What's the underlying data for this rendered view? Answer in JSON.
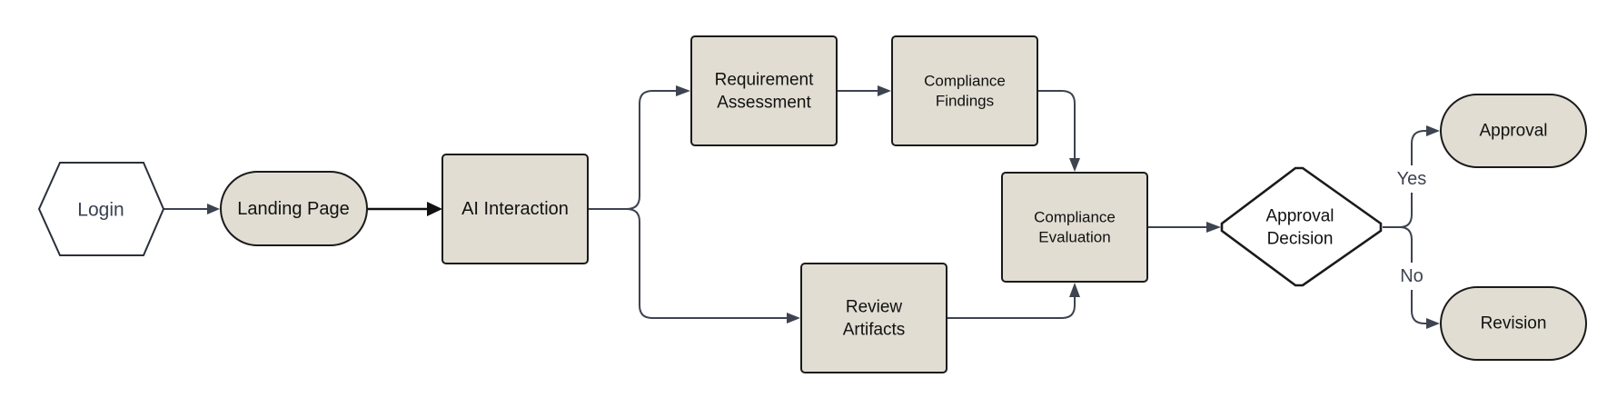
{
  "nodes": {
    "login": "Login",
    "landing_page": "Landing Page",
    "ai_interaction": "AI Interaction",
    "requirement_assessment": [
      "Requirement",
      "Assessment"
    ],
    "compliance_findings": [
      "Compliance",
      "Findings"
    ],
    "review_artifacts": [
      "Review",
      "Artifacts"
    ],
    "compliance_evaluation": [
      "Compliance",
      "Evaluation"
    ],
    "approval_decision": [
      "Approval",
      "Decision"
    ],
    "approval": "Approval",
    "revision": "Revision"
  },
  "edges": {
    "yes_label": "Yes",
    "no_label": "No"
  },
  "colors": {
    "node_fill": "#e1ddd2",
    "node_stroke": "#1a1a1a",
    "edge": "#3e4350",
    "background": "#ffffff"
  }
}
